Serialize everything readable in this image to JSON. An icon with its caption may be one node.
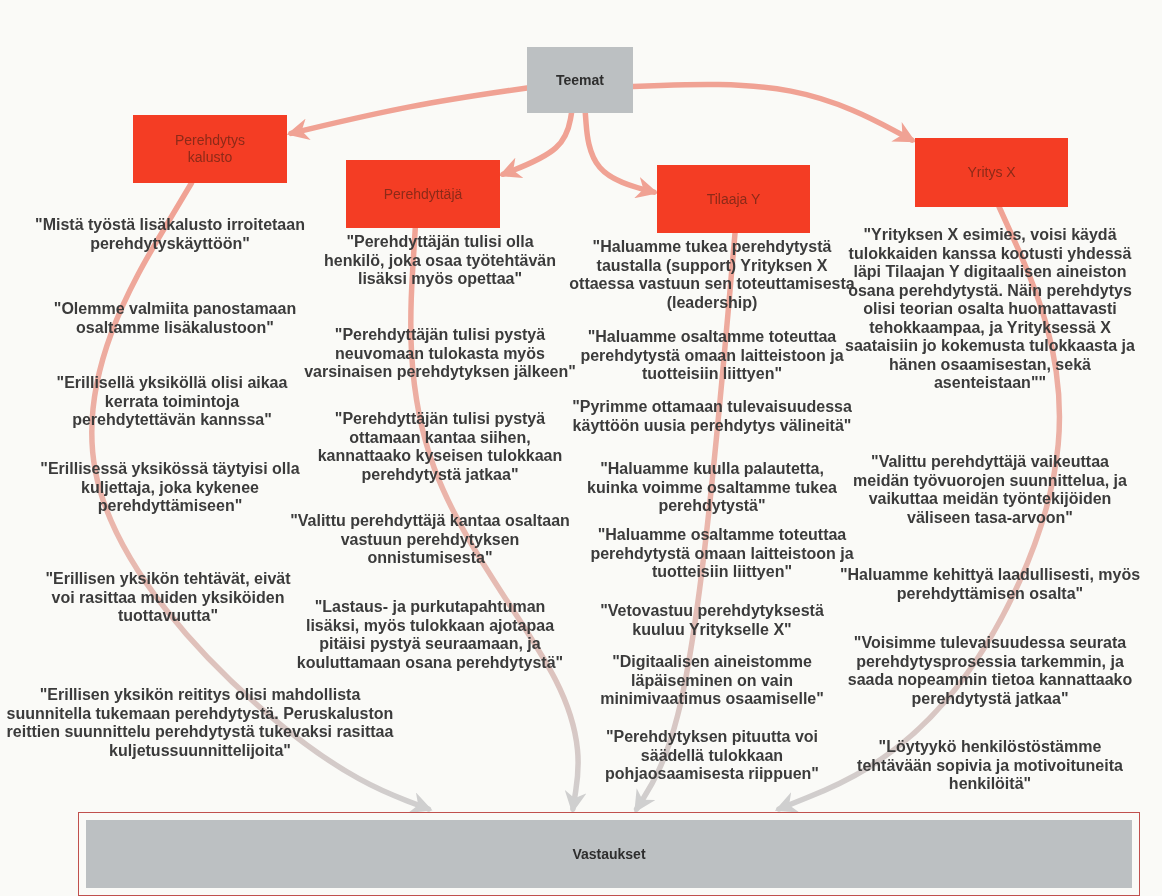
{
  "diagram": {
    "nodes": [
      {
        "text": [
          "Teemat"
        ]
      },
      {
        "text": [
          "Perehdytys kalusto"
        ]
      },
      {
        "text": [
          "Perehdyttäjä"
        ]
      },
      {
        "text": [
          "Tilaaja Y"
        ]
      },
      {
        "text": [
          "Yritys X"
        ]
      },
      {
        "text": [
          "Vastaukset"
        ]
      }
    ],
    "edges": [
      {
        "from": 0,
        "to": 1,
        "arrow": "to"
      },
      {
        "from": 0,
        "to": 2,
        "arrow": "to"
      },
      {
        "from": 0,
        "to": 3,
        "arrow": "to"
      },
      {
        "from": 0,
        "to": 4,
        "arrow": "to"
      },
      {
        "from": 1,
        "to": 5,
        "arrow": "to"
      },
      {
        "from": 2,
        "to": 5,
        "arrow": "to"
      },
      {
        "from": 3,
        "to": 5,
        "arrow": "to"
      },
      {
        "from": 4,
        "to": 5,
        "arrow": "to"
      }
    ],
    "labels": [
      "\"Mistä työstä lisäkalusto irroitetaan perehdytyskäyttöön\"",
      "\"Olemme valmiita panostamaan osaltamme lisäkalustoon\"",
      "\"Erillisellä yksiköllä olisi aikaa kerrata toimintoja perehdytettävän kannssa\"",
      "\"Erillisessä yksikössä täytyisi olla kuljettaja, joka kykenee perehdyttämiseen\"",
      "\"Erillisen yksikön tehtävät, eivät voi rasittaa muiden yksiköiden tuottavuutta\"",
      "\"Erillisen yksikön reititys olisi mahdollista suunnitella tukemaan perehdytystä. Peruskaluston reittien suunnittelu perehdytystä tukevaksi rasittaa kuljetussuunnittelijoita\"",
      "\"Perehdyttäjän tulisi olla henkilö, joka osaa työtehtävän lisäksi myös opettaa\"",
      "\"Perehdyttäjän tulisi pystyä neuvomaan tulokasta myös varsinaisen perehdytyksen jälkeen\"",
      "\"Perehdyttäjän tulisi pystyä ottamaan kantaa siihen, kannattaako kyseisen tulokkaan perehdytystä jatkaa\"",
      "\"Valittu perehdyttäjä kantaa osaltaan vastuun perehdytyksen onnistumisesta\"",
      "\"Lastaus- ja purkutapahtuman lisäksi, myös tulokkaan ajotapaa pitäisi pystyä seuraamaan, ja kouluttamaan osana perehdytystä\"",
      "\"Haluamme tukea perehdytystä taustalla (support) Yrityksen X ottaessa vastuun sen toteuttamisesta (leadership)",
      "\"Haluamme osaltamme toteuttaa perehdytystä omaan laitteistoon ja tuotteisiin liittyen\"",
      "\"Pyrimme ottamaan tulevaisuudessa käyttöön uusia perehdytys välineitä\"",
      "\"Haluamme kuulla palautetta, kuinka voimme osaltamme tukea perehdytystä\"",
      "\"Haluamme osaltamme toteuttaa perehdytystä omaan laitteistoon ja tuotteisiin liittyen\"",
      "\"Vetovastuu perehdytyksestä kuuluu Yritykselle X\"",
      "\"Digitaalisen aineistomme läpäiseminen on vain minimivaatimus osaamiselle\"",
      "\"Perehdytyksen pituutta voi säädellä tulokkaan pohjaosaamisesta riippuen\"",
      "\"Yrityksen X esimies, voisi käydä tulokkaiden kanssa kootusti yhdessä läpi Tilaajan Y digitaalisen aineiston osana perehdytystä. Näin perehdytys olisi teorian osalta huomattavasti tehokkaampaa, ja Yrityksessä X saataisiin jo kokemusta tulokkaasta ja hänen osaamisestan, sekä asenteistaan\"\"",
      "\"Valittu perehdyttäjä vaikeuttaa meidän työvuorojen suunnittelua, ja vaikuttaa meidän työntekijöiden väliseen tasa-arvoon\"",
      "\"Haluamme kehittyä laadullisesti, myös perehdyttämisen osalta\"",
      "\"Voisimme tulevaisuudessa seurata perehdytysprosessia tarkemmin, ja saada nopeammin tietoa kannattaako perehdytystä jatkaa\"",
      "\"Löytyykö henkilöstöstämme tehtävään sopivia ja motivoituneita henkilöitä\""
    ]
  }
}
